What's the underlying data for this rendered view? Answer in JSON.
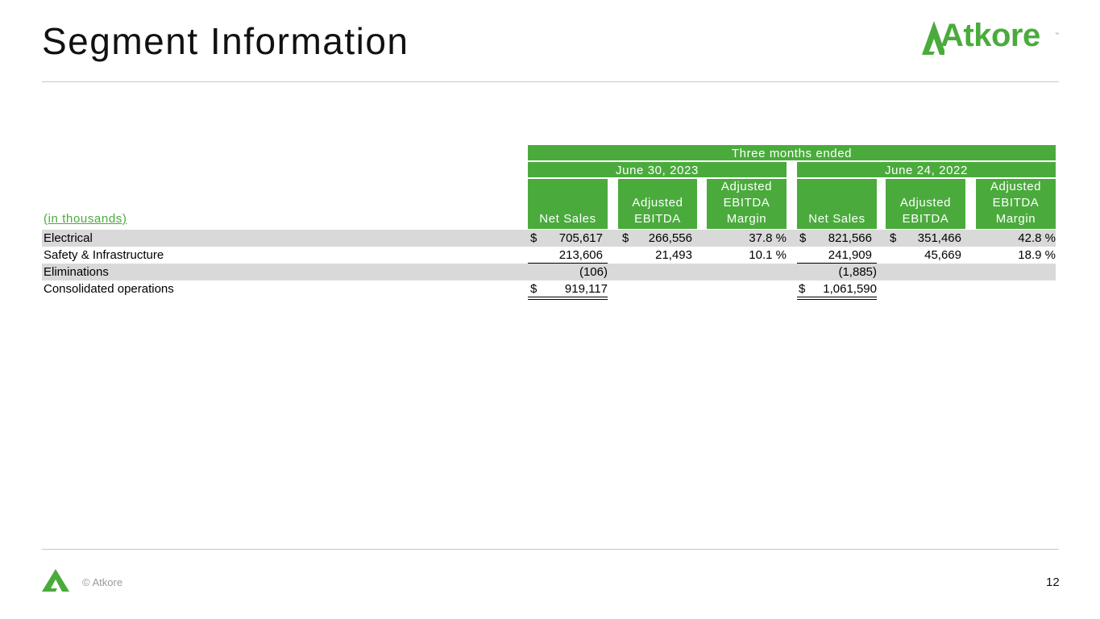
{
  "slide": {
    "title": "Segment Information",
    "logo_text": "Atkore",
    "logo_tm": "™",
    "footer_copyright": "© Atkore",
    "page_number": "12",
    "brand_color": "#4aab3c"
  },
  "table": {
    "units_label": "(in thousands)",
    "period_header": "Three months ended",
    "groups": [
      {
        "date": "June 30, 2023",
        "columns": [
          "Net Sales",
          "Adjusted EBITDA",
          "Adjusted EBITDA Margin"
        ]
      },
      {
        "date": "June 24, 2022",
        "columns": [
          "Net Sales",
          "Adjusted EBITDA",
          "Adjusted EBITDA Margin"
        ]
      }
    ],
    "rows": [
      {
        "label": "Electrical",
        "ns_2023_cur": "$",
        "ns_2023": "705,617",
        "ebitda_2023_cur": "$",
        "ebitda_2023": "266,556",
        "margin_2023": "37.8 %",
        "ns_2022_cur": "$",
        "ns_2022": "821,566",
        "ebitda_2022_cur": "$",
        "ebitda_2022": "351,466",
        "margin_2022": "42.8 %"
      },
      {
        "label": "Safety & Infrastructure",
        "ns_2023": "213,606",
        "ebitda_2023": "21,493",
        "margin_2023": "10.1 %",
        "ns_2022": "241,909",
        "ebitda_2022": "45,669",
        "margin_2022": "18.9 %"
      },
      {
        "label": "Eliminations",
        "ns_2023": "(106)",
        "ns_2022": "(1,885)"
      },
      {
        "label": "Consolidated operations",
        "ns_2023_cur": "$",
        "ns_2023": "919,117",
        "ns_2022_cur": "$",
        "ns_2022": "1,061,590"
      }
    ]
  }
}
